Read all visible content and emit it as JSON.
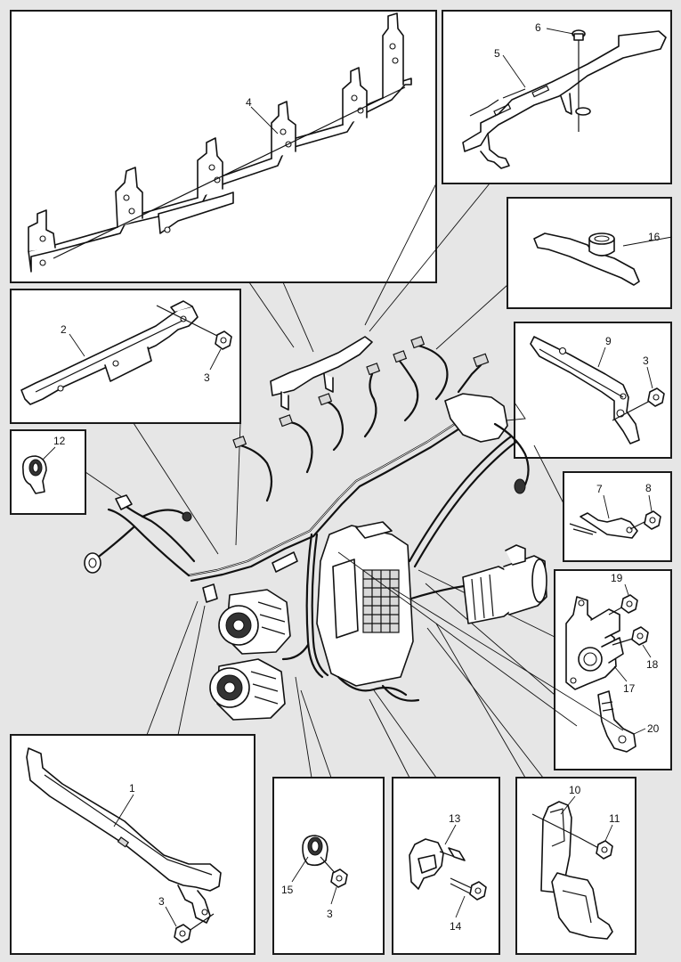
{
  "callouts": {
    "n1": "1",
    "n2": "2",
    "n3": "3",
    "n4": "4",
    "n5": "5",
    "n6": "6",
    "n7": "7",
    "n8": "8",
    "n9": "9",
    "n10": "10",
    "n11": "11",
    "n12": "12",
    "n13": "13",
    "n14": "14",
    "n15": "15",
    "n16": "16",
    "n17": "17",
    "n18": "18",
    "n19": "19",
    "n20": "20"
  },
  "colors": {
    "background": "#e6e6e6",
    "panel": "#ffffff",
    "ink": "#111111"
  }
}
